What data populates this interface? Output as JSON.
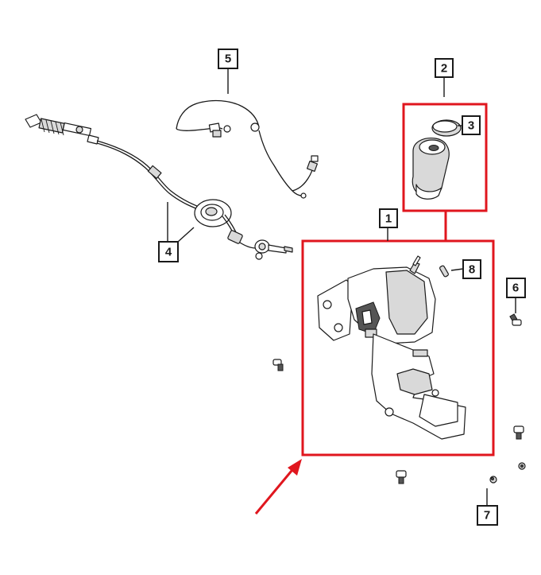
{
  "callouts": [
    {
      "id": "1",
      "label": "1"
    },
    {
      "id": "2",
      "label": "2"
    },
    {
      "id": "3",
      "label": "3"
    },
    {
      "id": "4",
      "label": "4"
    },
    {
      "id": "5",
      "label": "5"
    },
    {
      "id": "6",
      "label": "6"
    },
    {
      "id": "7",
      "label": "7"
    },
    {
      "id": "8",
      "label": "8"
    }
  ],
  "colors": {
    "highlight": "#e0161e",
    "ink": "#1a1a1a",
    "background": "#ffffff"
  },
  "icons": {
    "arrow": "red-pointer-arrow"
  }
}
